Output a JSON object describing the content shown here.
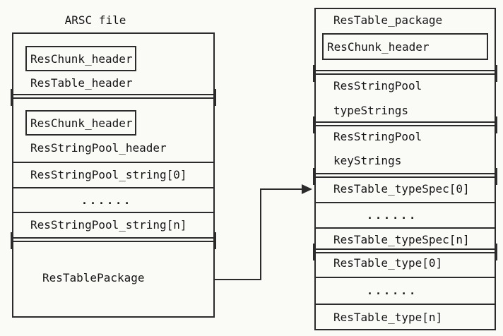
{
  "title": "ARSC file",
  "colors": {
    "line": "#2b2b2b",
    "text": "#161616",
    "background": "#fafaf7"
  },
  "arsc_box": {
    "chunk_header_top": "ResChunk_header",
    "table_header": "ResTable_header",
    "chunk_header_pool": "ResChunk_header",
    "stringpool_header": "ResStringPool_header",
    "stringpool_string_first": "ResStringPool_string[0]",
    "ellipsis": "......",
    "stringpool_string_last": "ResStringPool_string[n]",
    "table_package": "ResTablePackage"
  },
  "package_box": {
    "title": "ResTable_package",
    "chunk_header": "ResChunk_header",
    "type_stringpool": "ResStringPool",
    "type_strings": "typeStrings",
    "key_stringpool": "ResStringPool",
    "key_strings": "keyStrings",
    "typespec_first": "ResTable_typeSpec[0]",
    "ellipsis_typespec": "......",
    "typespec_last": "ResTable_typeSpec[n]",
    "type_first": "ResTable_type[0]",
    "ellipsis_type": "......",
    "type_last": "ResTable_type[n]"
  }
}
